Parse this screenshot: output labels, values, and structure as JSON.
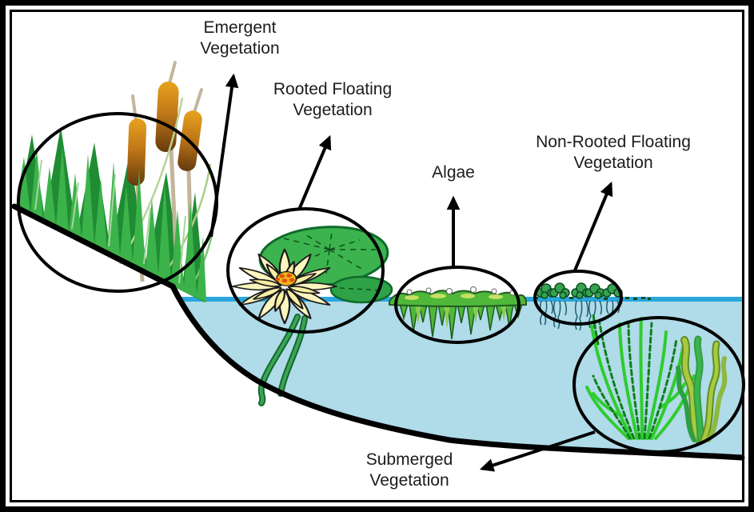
{
  "diagram": {
    "type": "labeled-illustration",
    "subject": "Aquatic vegetation zones in a pond cross-section",
    "labels": {
      "emergent": {
        "line1": "Emergent",
        "line2": "Vegetation"
      },
      "rooted_floating": {
        "line1": "Rooted Floating",
        "line2": "Vegetation"
      },
      "algae": {
        "line1": "Algae"
      },
      "non_rooted_floating": {
        "line1": "Non-Rooted Floating",
        "line2": "Vegetation"
      },
      "submerged": {
        "line1": "Submerged",
        "line2": "Vegetation"
      }
    },
    "colors": {
      "water_surface": "#2BA7DE",
      "water_body": "#B0DBE8",
      "outline": "#000000",
      "grass_front": "#3CB34A",
      "grass_back": "#1F8C33",
      "cattail_orange": "#E8A21E",
      "cattail_brown": "#653B0C",
      "cattail_stem": "#C4B49A",
      "lily_pad": "#3CB34E",
      "petal": "#FBF5BE",
      "flower_center": "#F2B51F",
      "algae_green": "#4FB83A",
      "algae_highlight": "#C7E063",
      "floating_plant": "#36A34E",
      "submerged_bright": "#2FCC2F",
      "submerged_olive": "#A9C93F"
    }
  }
}
